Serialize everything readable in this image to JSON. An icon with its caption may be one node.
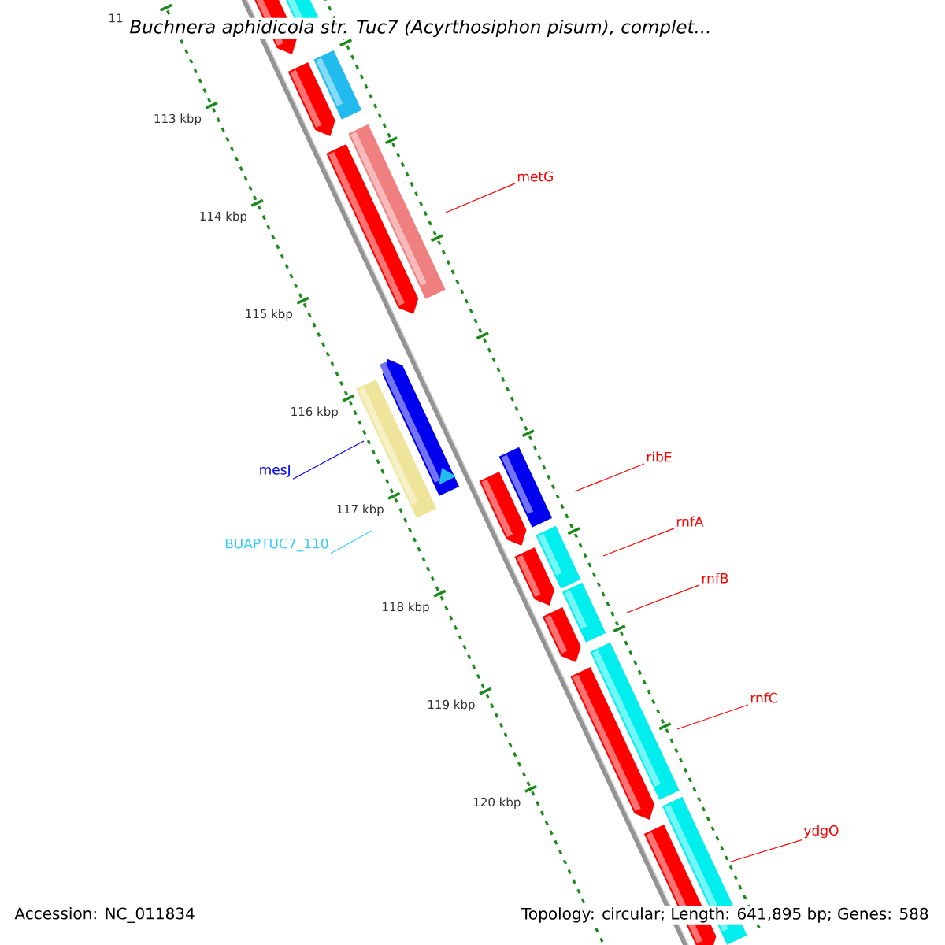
{
  "diagram": {
    "title": "Buchnera aphidicola str. Tuc7 (Acyrthosiphon pisum), complet...",
    "nodes": [
      {
        "text": [
          "metG"
        ]
      },
      {
        "text": [
          "mesJ"
        ]
      },
      {
        "text": [
          "BUAPTUC7_110"
        ]
      },
      {
        "text": [
          "ribE"
        ]
      },
      {
        "text": [
          "rnfA"
        ]
      },
      {
        "text": [
          "rnfB"
        ]
      },
      {
        "text": [
          "rnfC"
        ]
      },
      {
        "text": [
          "ydgO"
        ]
      }
    ],
    "edges": [
      {
        "from": 0,
        "to": null,
        "arrow": "none"
      },
      {
        "from": 1,
        "to": null,
        "arrow": "none",
        "color": "#0000ff"
      },
      {
        "from": 2,
        "to": null,
        "arrow": "none",
        "color": "#33ccff"
      },
      {
        "from": 3,
        "to": null,
        "arrow": "none"
      },
      {
        "from": 4,
        "to": null,
        "arrow": "none"
      },
      {
        "from": 5,
        "to": null,
        "arrow": "none"
      },
      {
        "from": 6,
        "to": null,
        "arrow": "none"
      },
      {
        "from": 7,
        "to": null,
        "arrow": "none"
      }
    ],
    "labels": [
      "11",
      "113 kbp",
      "114 kbp",
      "115 kbp",
      "116 kbp",
      "117 kbp",
      "118 kbp",
      "119 kbp",
      "120 kbp",
      "Accession: NC_011834",
      "Topology: circular; Length: 641,895 bp; Genes: 588"
    ]
  }
}
